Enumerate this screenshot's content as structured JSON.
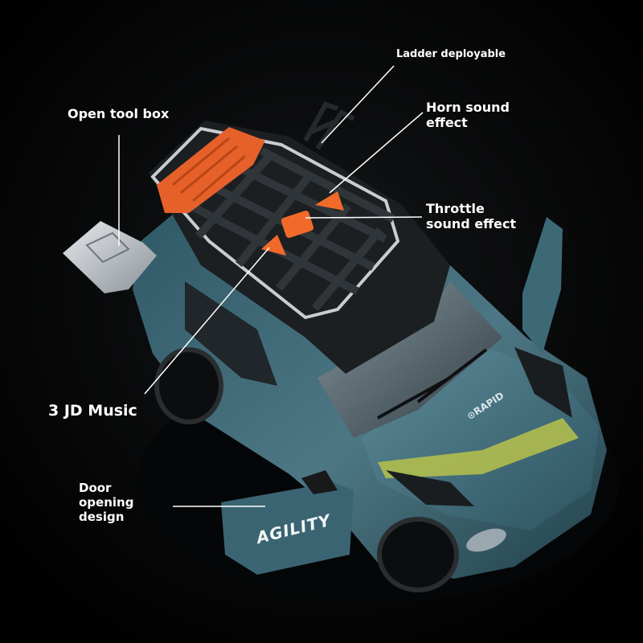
{
  "image": {
    "background_color": "#000000",
    "callouts": [
      {
        "id": "ladder",
        "text": "Ladder deployable"
      },
      {
        "id": "toolbox",
        "text": "Open tool box"
      },
      {
        "id": "horn",
        "text": "Horn sound\neffect"
      },
      {
        "id": "throttle",
        "text": "Throttle\nsound effect"
      },
      {
        "id": "music",
        "text": "3 JD Music"
      },
      {
        "id": "door",
        "text": "Door\nopening\ndesign"
      }
    ],
    "vehicle": {
      "body_color": "#3c6672",
      "roof_color": "#1c1f22",
      "button_color": "#f26a2a",
      "accent_stripe_color": "#b7c24a",
      "hood_decal": "⊙RAPID",
      "door_decal": "AGILITY"
    }
  }
}
